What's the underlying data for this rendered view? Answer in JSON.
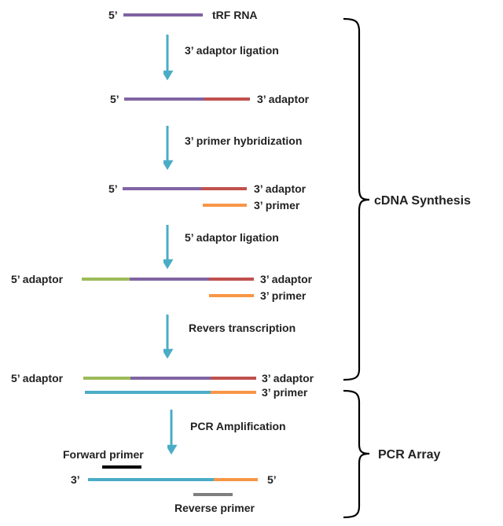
{
  "colors": {
    "rna": "#8064a2",
    "adaptor3": "#c0504d",
    "primer3": "#f79646",
    "adaptor5": "#9bbb59",
    "cdna": "#4bacc6",
    "arrow": "#4bacc6",
    "forward_primer": "#000000",
    "reverse_primer": "#7f7f7f",
    "brace": "#000000"
  },
  "labels": {
    "five_prime": "5’",
    "three_prime": "3’",
    "trf_rna": "tRF  RNA",
    "adaptor_3": "3’ adaptor",
    "primer_3": "3’ primer",
    "adaptor_5": "5’ adaptor",
    "forward_primer": "Forward primer",
    "reverse_primer": "Reverse primer"
  },
  "steps": [
    "3’ adaptor ligation",
    "3’ primer hybridization",
    "5’ adaptor ligation",
    "Revers transcription",
    "PCR Amplification"
  ],
  "brackets": {
    "cdna_synthesis": "cDNA  Synthesis",
    "pcr_array": "PCR Array"
  }
}
